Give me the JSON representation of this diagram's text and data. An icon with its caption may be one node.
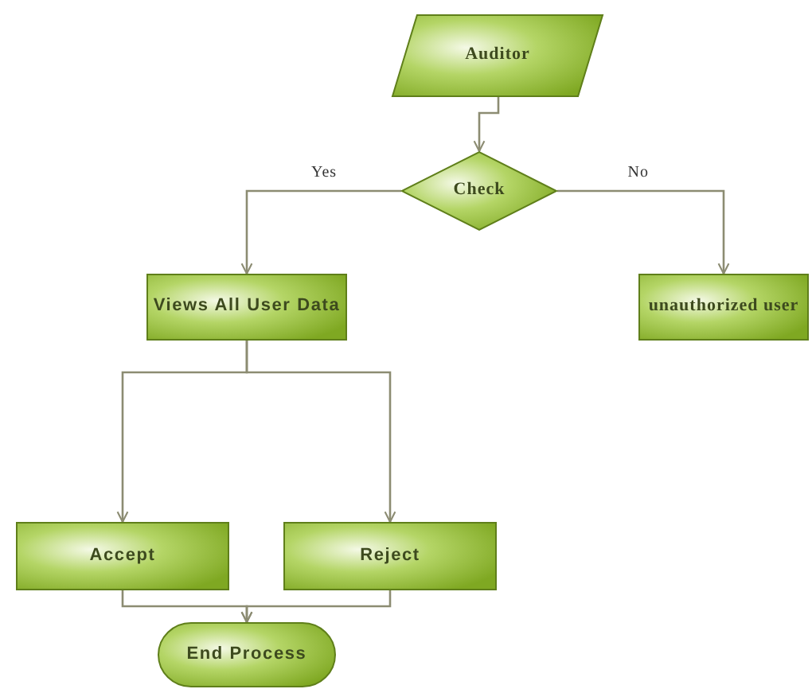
{
  "diagram": {
    "nodes": [
      {
        "text": [
          "Auditor"
        ]
      },
      {
        "text": [
          "Check"
        ]
      },
      {
        "text": [
          "Views All User Data"
        ]
      },
      {
        "text": [
          "unauthorized user"
        ]
      },
      {
        "text": [
          "Accept"
        ]
      },
      {
        "text": [
          "Reject"
        ]
      },
      {
        "text": [
          "End Process"
        ]
      }
    ],
    "edges": [
      {
        "from": 0,
        "to": 1,
        "arrow": "to"
      },
      {
        "from": 1,
        "to": 2,
        "arrow": "to",
        "label": "Yes"
      },
      {
        "from": 1,
        "to": 3,
        "arrow": "to",
        "label": "No"
      },
      {
        "from": 2,
        "to": 4,
        "arrow": "to"
      },
      {
        "from": 2,
        "to": 5,
        "arrow": "to"
      },
      {
        "from": 4,
        "to": 6,
        "arrow": "to"
      },
      {
        "from": 5,
        "to": 6,
        "arrow": "to"
      }
    ]
  }
}
